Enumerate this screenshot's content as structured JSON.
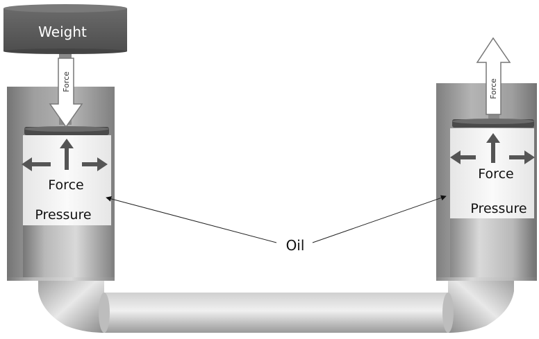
{
  "labels": {
    "weight": "Weight",
    "force_arrow_left": "Force",
    "force_arrow_right": "Force",
    "left_force": "Force",
    "left_pressure": "Pressure",
    "right_force": "Force",
    "right_pressure": "Pressure",
    "oil": "Oil"
  },
  "colors": {
    "cylinder_dark": "#666666",
    "cylinder_mid": "#8a8a8a",
    "oil_fill": "#f2f2f2",
    "arrow": "#555555",
    "pipe_light": "#dcdcdc"
  }
}
